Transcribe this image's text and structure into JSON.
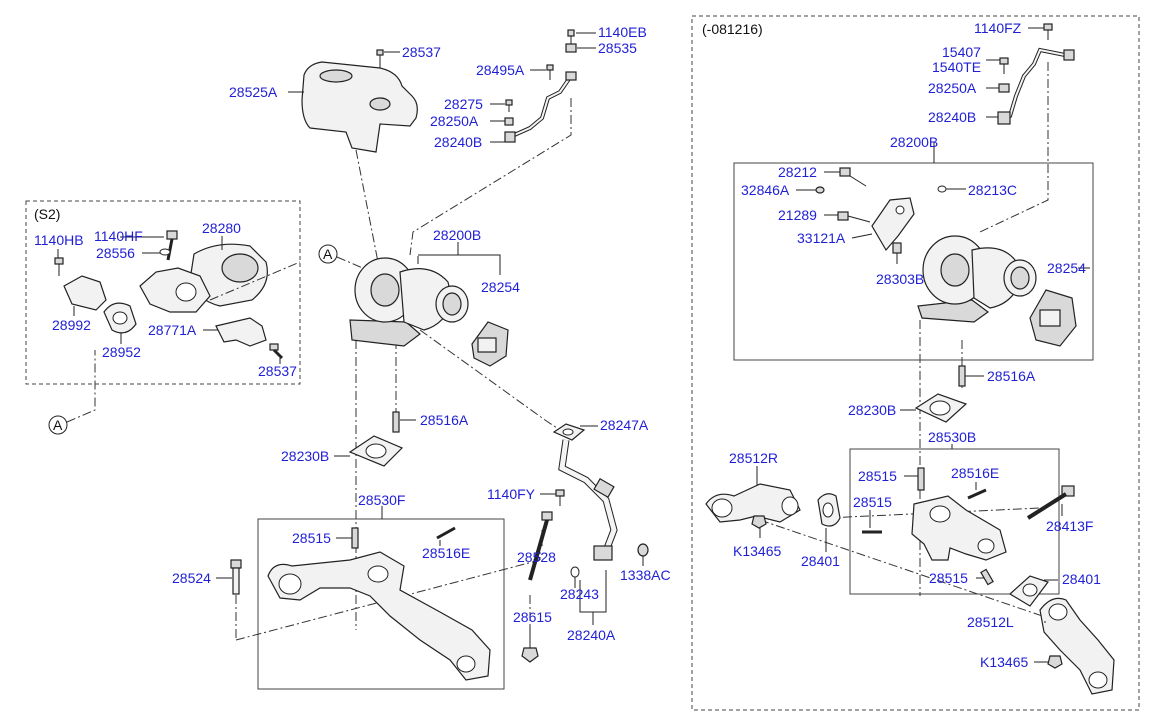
{
  "headers": {
    "s2": "(S2)",
    "date_group": "(-081216)"
  },
  "ref_marks": [
    "A",
    "A"
  ],
  "left_labels": {
    "p28537_top": "28537",
    "p28525A": "28525A",
    "p1140EB": "1140EB",
    "p28535": "28535",
    "p28495A": "28495A",
    "p28275": "28275",
    "p28250A": "28250A",
    "p28240B": "28240B",
    "p28200B": "28200B",
    "p28254": "28254",
    "p1140HB": "1140HB",
    "p1140HF": "1140HF",
    "p28280": "28280",
    "p28556": "28556",
    "p28992": "28992",
    "p28771A": "28771A",
    "p28952": "28952",
    "p28537_s2": "28537",
    "p28516A": "28516A",
    "p28247A": "28247A",
    "p28230B": "28230B",
    "p1140FY": "1140FY",
    "p28530F": "28530F",
    "p28515": "28515",
    "p28516E": "28516E",
    "p28528": "28528",
    "p28524": "28524",
    "p28243": "28243",
    "p1338AC": "1338AC",
    "p28615": "28615",
    "p28240A": "28240A"
  },
  "right_labels": {
    "p1140FZ": "1140FZ",
    "p15407": "15407",
    "p1540TE": "1540TE",
    "p28250A": "28250A",
    "p28240B": "28240B",
    "p28200B": "28200B",
    "p28212": "28212",
    "p32846A": "32846A",
    "p28213C": "28213C",
    "p21289": "21289",
    "p33121A": "33121A",
    "p28254": "28254",
    "p28303B": "28303B",
    "p28516A": "28516A",
    "p28230B": "28230B",
    "p28530B": "28530B",
    "p28512R": "28512R",
    "p28515a": "28515",
    "p28516E": "28516E",
    "p28515b": "28515",
    "p28413F": "28413F",
    "pK13465a": "K13465",
    "p28401a": "28401",
    "p28515c": "28515",
    "p28401b": "28401",
    "p28512L": "28512L",
    "pK13465b": "K13465"
  }
}
